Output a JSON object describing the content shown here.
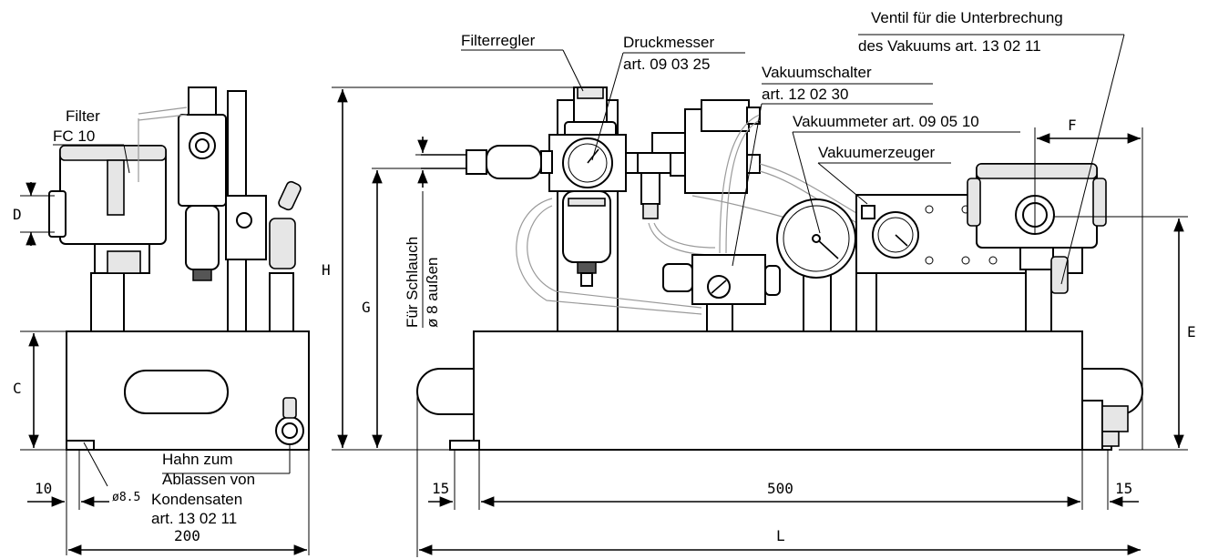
{
  "labels": {
    "filter_line1": "Filter",
    "filter_line2": "FC 10",
    "filterregler": "Filterregler",
    "druckmesser_line1": "Druckmesser",
    "druckmesser_line2": "art. 09  03  25",
    "vakuumschalter_line1": "Vakuumschalter",
    "vakuumschalter_line2": "art. 12  02  30",
    "vakuummeter": "Vakuummeter art. 09 05 10",
    "vakuumerzeuger": "Vakuumerzeuger",
    "ventil_line1": "Ventil für die Unterbrechung",
    "ventil_line2": "des Vakuums art. 13  02  11",
    "schlauch_line1": "Für Schlauch",
    "schlauch_line2": "ø 8 außen",
    "hahn_line1": "Hahn zum",
    "hahn_line2": "Ablassen von",
    "hahn_line3": "Kondensaten",
    "hahn_line4": "art. 13  02  11"
  },
  "dimensions": {
    "D": "D",
    "C": "C",
    "H": "H",
    "G": "G",
    "E": "E",
    "F": "F",
    "L": "L",
    "d10": "10",
    "d200": "200",
    "d15_left": "15",
    "d500": "500",
    "d15_right": "15",
    "hole": "ø8.5"
  }
}
